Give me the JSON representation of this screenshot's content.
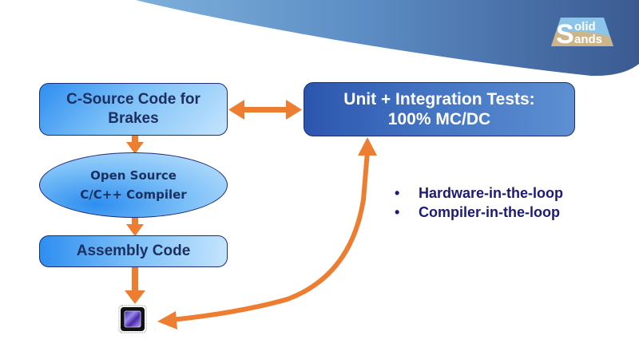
{
  "slide": {
    "background": "#ffffff",
    "banner_colors": [
      "#6ea2d2",
      "#3d5d95"
    ]
  },
  "logo": {
    "brand": "Solid Sands",
    "big_letter": "S",
    "line1": "olid",
    "line2": "ands",
    "sky_color": "#8cc4ea",
    "sand_color": "#cdb58a"
  },
  "diagram": {
    "source_box": {
      "line1": "C-Source Code for",
      "line2": "Brakes"
    },
    "compiler": {
      "line1": "Open Source",
      "line2": "C/C++ Compiler"
    },
    "assembly_box": {
      "label": "Assembly Code"
    },
    "tests_box": {
      "line1": "Unit + Integration Tests:",
      "line2": "100% MC/DC"
    },
    "processor": {
      "icon": "processor-chip-icon"
    },
    "arrow_color": "#ed7d31"
  },
  "bullets": {
    "marker": "•",
    "items": [
      "Hardware-in-the-loop",
      "Compiler-in-the-loop"
    ]
  }
}
